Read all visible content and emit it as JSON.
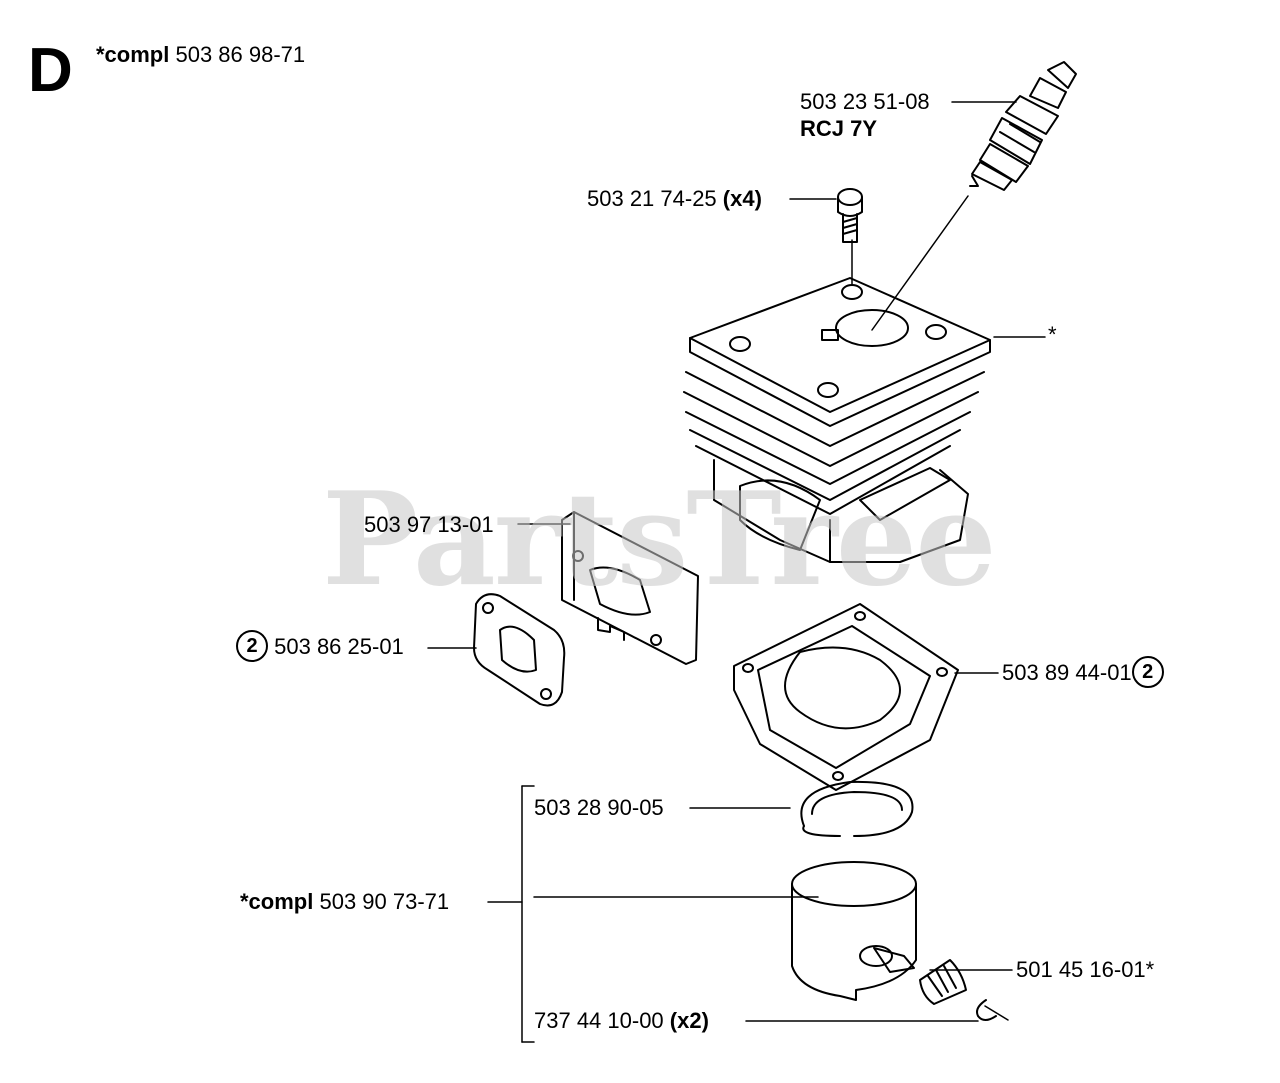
{
  "section_letter": "D",
  "watermark": "PartsTree",
  "header": {
    "prefix": "*compl",
    "number": "503 86 98-71"
  },
  "parts": {
    "spark_plug": {
      "number": "503 23 51-08",
      "code": "RCJ 7Y"
    },
    "screw": {
      "number": "503 21 74-25",
      "qty": "(x4)"
    },
    "cylinder": {
      "mark": "*"
    },
    "plate": {
      "number": "503 97 13-01"
    },
    "muffler_gasket": {
      "ref": "2",
      "number": "503 86 25-01"
    },
    "cylinder_gasket": {
      "number": "503 89 44-01",
      "ref": "2"
    },
    "piston_ring": {
      "number": "503 28 90-05"
    },
    "piston_kit": {
      "prefix": "*compl",
      "number": "503 90 73-71"
    },
    "needle_bearing": {
      "number": "501 45 16-01*"
    },
    "circlip": {
      "number": "737 44 10-00",
      "qty": "(x2)"
    }
  }
}
